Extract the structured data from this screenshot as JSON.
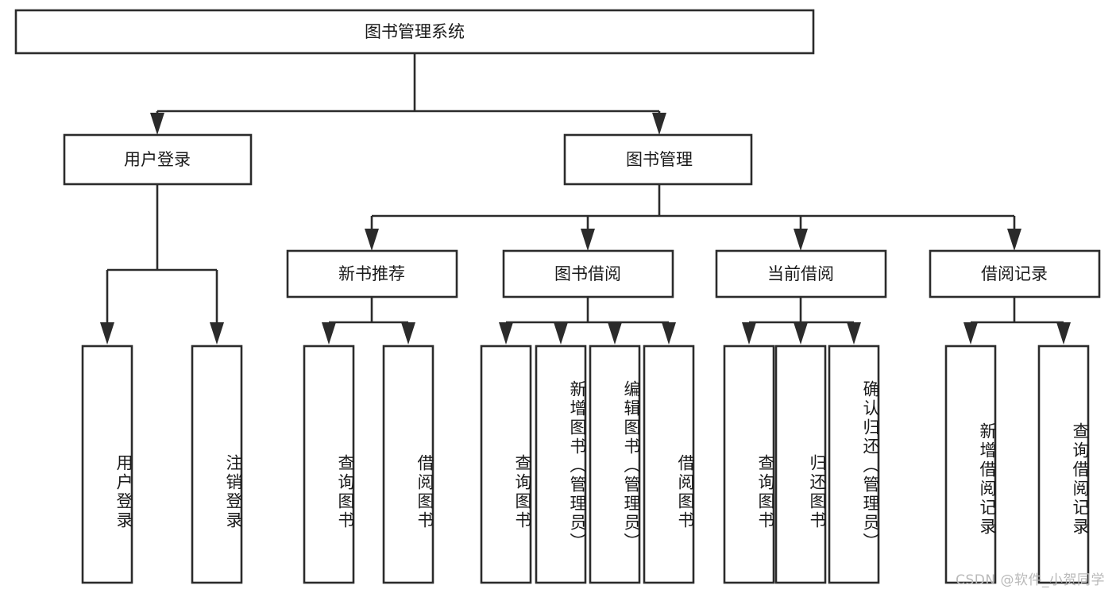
{
  "diagram": {
    "title": "图书管理系统",
    "type": "tree-hierarchy",
    "watermark": "CSDN @软件_小贺同学",
    "colors": {
      "box_stroke": "#2b2b2b",
      "box_fill": "#ffffff",
      "text": "#1a1a1a",
      "background": "#ffffff",
      "watermark": "#b9b9b9"
    },
    "root": {
      "label": "图书管理系统"
    },
    "level2": [
      {
        "label": "用户登录"
      },
      {
        "label": "图书管理"
      }
    ],
    "level3": [
      {
        "label": "新书推荐"
      },
      {
        "label": "图书借阅"
      },
      {
        "label": "当前借阅"
      },
      {
        "label": "借阅记录"
      }
    ],
    "leaves": {
      "user_login": [
        {
          "label": "用户登录"
        },
        {
          "label": "注销登录"
        }
      ],
      "new_book_recommend": [
        {
          "label": "查询图书"
        },
        {
          "label": "借阅图书"
        }
      ],
      "book_borrow": [
        {
          "label": "查询图书"
        },
        {
          "label": "新增图书（管理员）"
        },
        {
          "label": "编辑图书（管理员）"
        },
        {
          "label": "借阅图书"
        }
      ],
      "current_borrow": [
        {
          "label": "查询图书"
        },
        {
          "label": "归还图书"
        },
        {
          "label": "确认归还（管理员）"
        }
      ],
      "borrow_record": [
        {
          "label": "新增借阅记录"
        },
        {
          "label": "查询借阅记录"
        }
      ]
    }
  }
}
